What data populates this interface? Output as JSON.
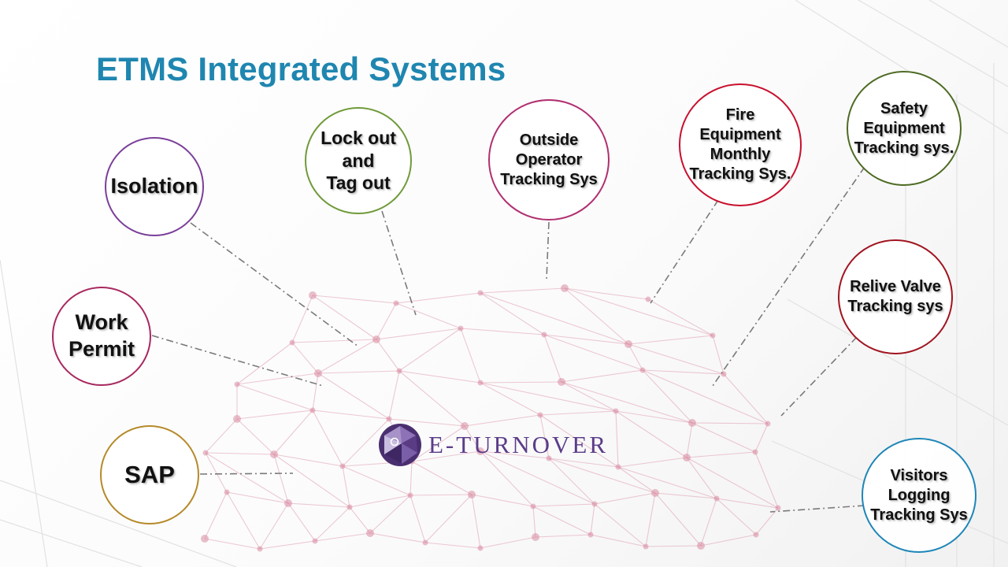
{
  "slide": {
    "title": "ETMS Integrated Systems"
  },
  "brand": {
    "name": "E-TURNOVER",
    "logo_icon": "faceted-gem-logo-icon",
    "color": "#5b3d8a"
  },
  "accent_colors": {
    "title": "#1f86b0",
    "network": "#d98aa0",
    "connector": "#7a7a7a"
  },
  "nodes": [
    {
      "id": "isolation",
      "label": "Isolation",
      "border": "#7b3f99"
    },
    {
      "id": "lockout-tagout",
      "label": "Lock out\nand\nTag out",
      "border": "#6f9a3a"
    },
    {
      "id": "outside-operator",
      "label": "Outside\nOperator\nTracking Sys",
      "border": "#b03070"
    },
    {
      "id": "fire-equipment",
      "label": "Fire\nEquipment\nMonthly\nTracking Sys.",
      "border": "#c8102e"
    },
    {
      "id": "safety-equipment",
      "label": "Safety\nEquipment\nTracking sys.",
      "border": "#4e6b24"
    },
    {
      "id": "work-permit",
      "label": "Work\nPermit",
      "border": "#a8285f"
    },
    {
      "id": "relive-valve",
      "label": "Relive Valve\nTracking sys",
      "border": "#a01420"
    },
    {
      "id": "sap",
      "label": "SAP",
      "border": "#b58a2a"
    },
    {
      "id": "visitors-logging",
      "label": "Visitors\nLogging\nTracking Sys",
      "border": "#1e86b8"
    }
  ]
}
